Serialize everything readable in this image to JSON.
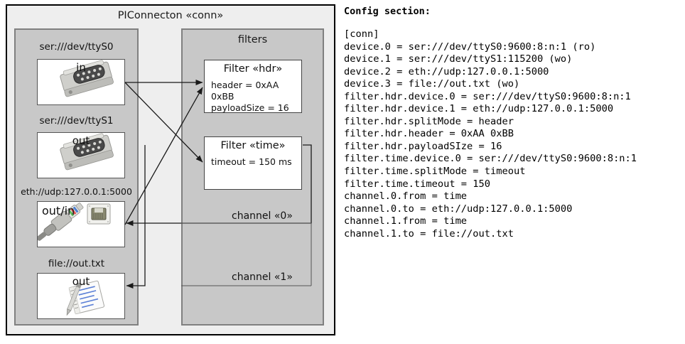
{
  "diagram": {
    "title": "PIConnecton «conn»",
    "devices_group": {
      "items": [
        {
          "label": "ser:///dev/ttyS0",
          "direction": "in",
          "icon": "serial-port-icon"
        },
        {
          "label": "ser:///dev/ttyS1",
          "direction": "out",
          "icon": "serial-port-icon"
        },
        {
          "label": "eth://udp:127.0.0.1:5000",
          "direction": "out/in",
          "icon": "ethernet-port-icon"
        },
        {
          "label": "file://out.txt",
          "direction": "out",
          "icon": "text-file-icon"
        }
      ]
    },
    "filters_group": {
      "title": "filters",
      "items": [
        {
          "title": "Filter «hdr»",
          "attrs": [
            "header = 0xAA 0xBB",
            "payloadSize = 16"
          ]
        },
        {
          "title": "Filter «time»",
          "attrs": [
            "timeout = 150 ms"
          ]
        }
      ]
    },
    "channels": [
      {
        "label": "channel «0»"
      },
      {
        "label": "channel «1»"
      }
    ]
  },
  "config": {
    "heading": "Config section:",
    "lines": "[conn]\ndevice.0 = ser:///dev/ttyS0:9600:8:n:1 (ro)\ndevice.1 = ser:///dev/ttyS1:115200 (wo)\ndevice.2 = eth://udp:127.0.0.1:5000\ndevice.3 = file://out.txt (wo)\nfilter.hdr.device.0 = ser:///dev/ttyS0:9600:8:n:1\nfilter.hdr.device.1 = eth://udp:127.0.0.1:5000\nfilter.hdr.splitMode = header\nfilter.hdr.header = 0xAA 0xBB\nfilter.hdr.payloadSIze = 16\nfilter.time.device.0 = ser:///dev/ttyS0:9600:8:n:1\nfilter.time.splitMode = timeout\nfilter.time.timeout = 150\nchannel.0.from = time\nchannel.0.to = eth://udp:127.0.0.1:5000\nchannel.1.from = time\nchannel.1.to = file://out.txt"
  },
  "colors": {
    "outer_bg": "#eeeeee",
    "group_bg": "#c8c8c8",
    "box_bg": "#ffffff",
    "stroke": "#000000"
  }
}
